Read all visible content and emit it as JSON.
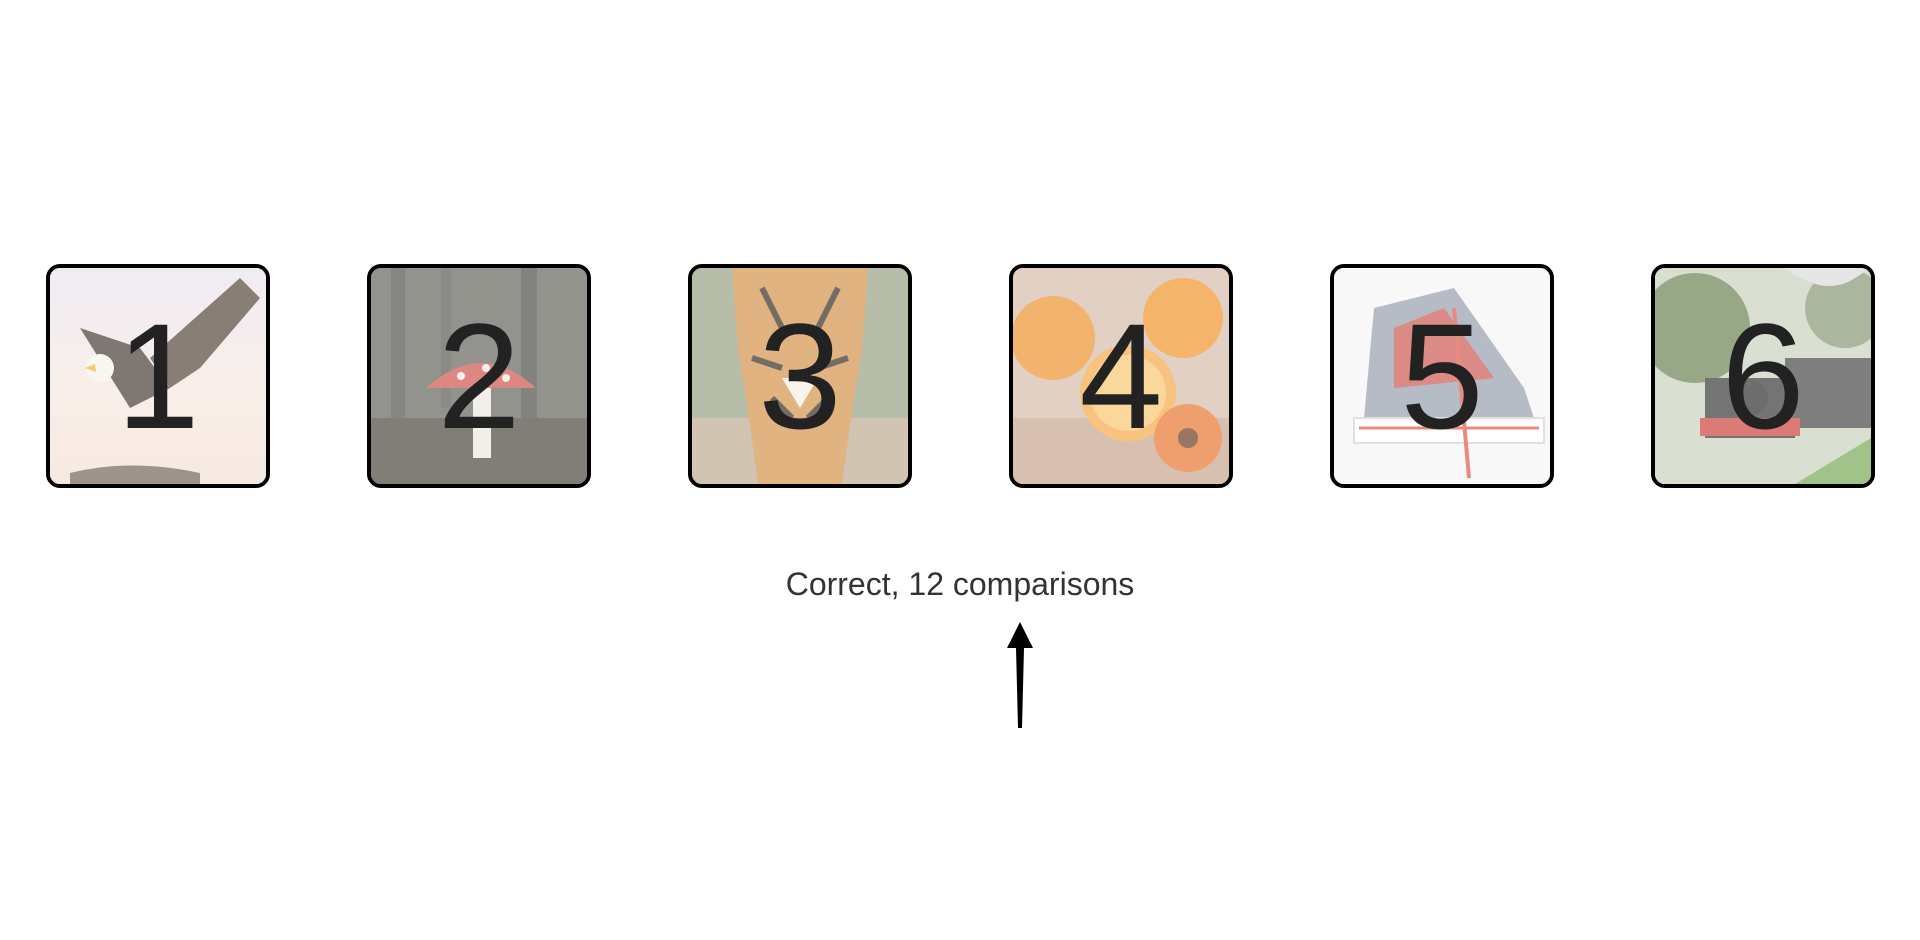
{
  "cards": [
    {
      "number": "1",
      "image": "eagle-image",
      "tone": "#f3e4dc"
    },
    {
      "number": "2",
      "image": "mushroom-image",
      "tone": "#9c9a92"
    },
    {
      "number": "3",
      "image": "tiger-image",
      "tone": "#c9b79c"
    },
    {
      "number": "4",
      "image": "orange-image",
      "tone": "#e7cfc0"
    },
    {
      "number": "5",
      "image": "sneaker-image",
      "tone": "#f4f4f4"
    },
    {
      "number": "6",
      "image": "train-image",
      "tone": "#a8b79a"
    }
  ],
  "status": {
    "text": "Correct, 12 comparisons"
  },
  "pointer": {
    "icon": "up-arrow-icon",
    "color": "#000000"
  }
}
